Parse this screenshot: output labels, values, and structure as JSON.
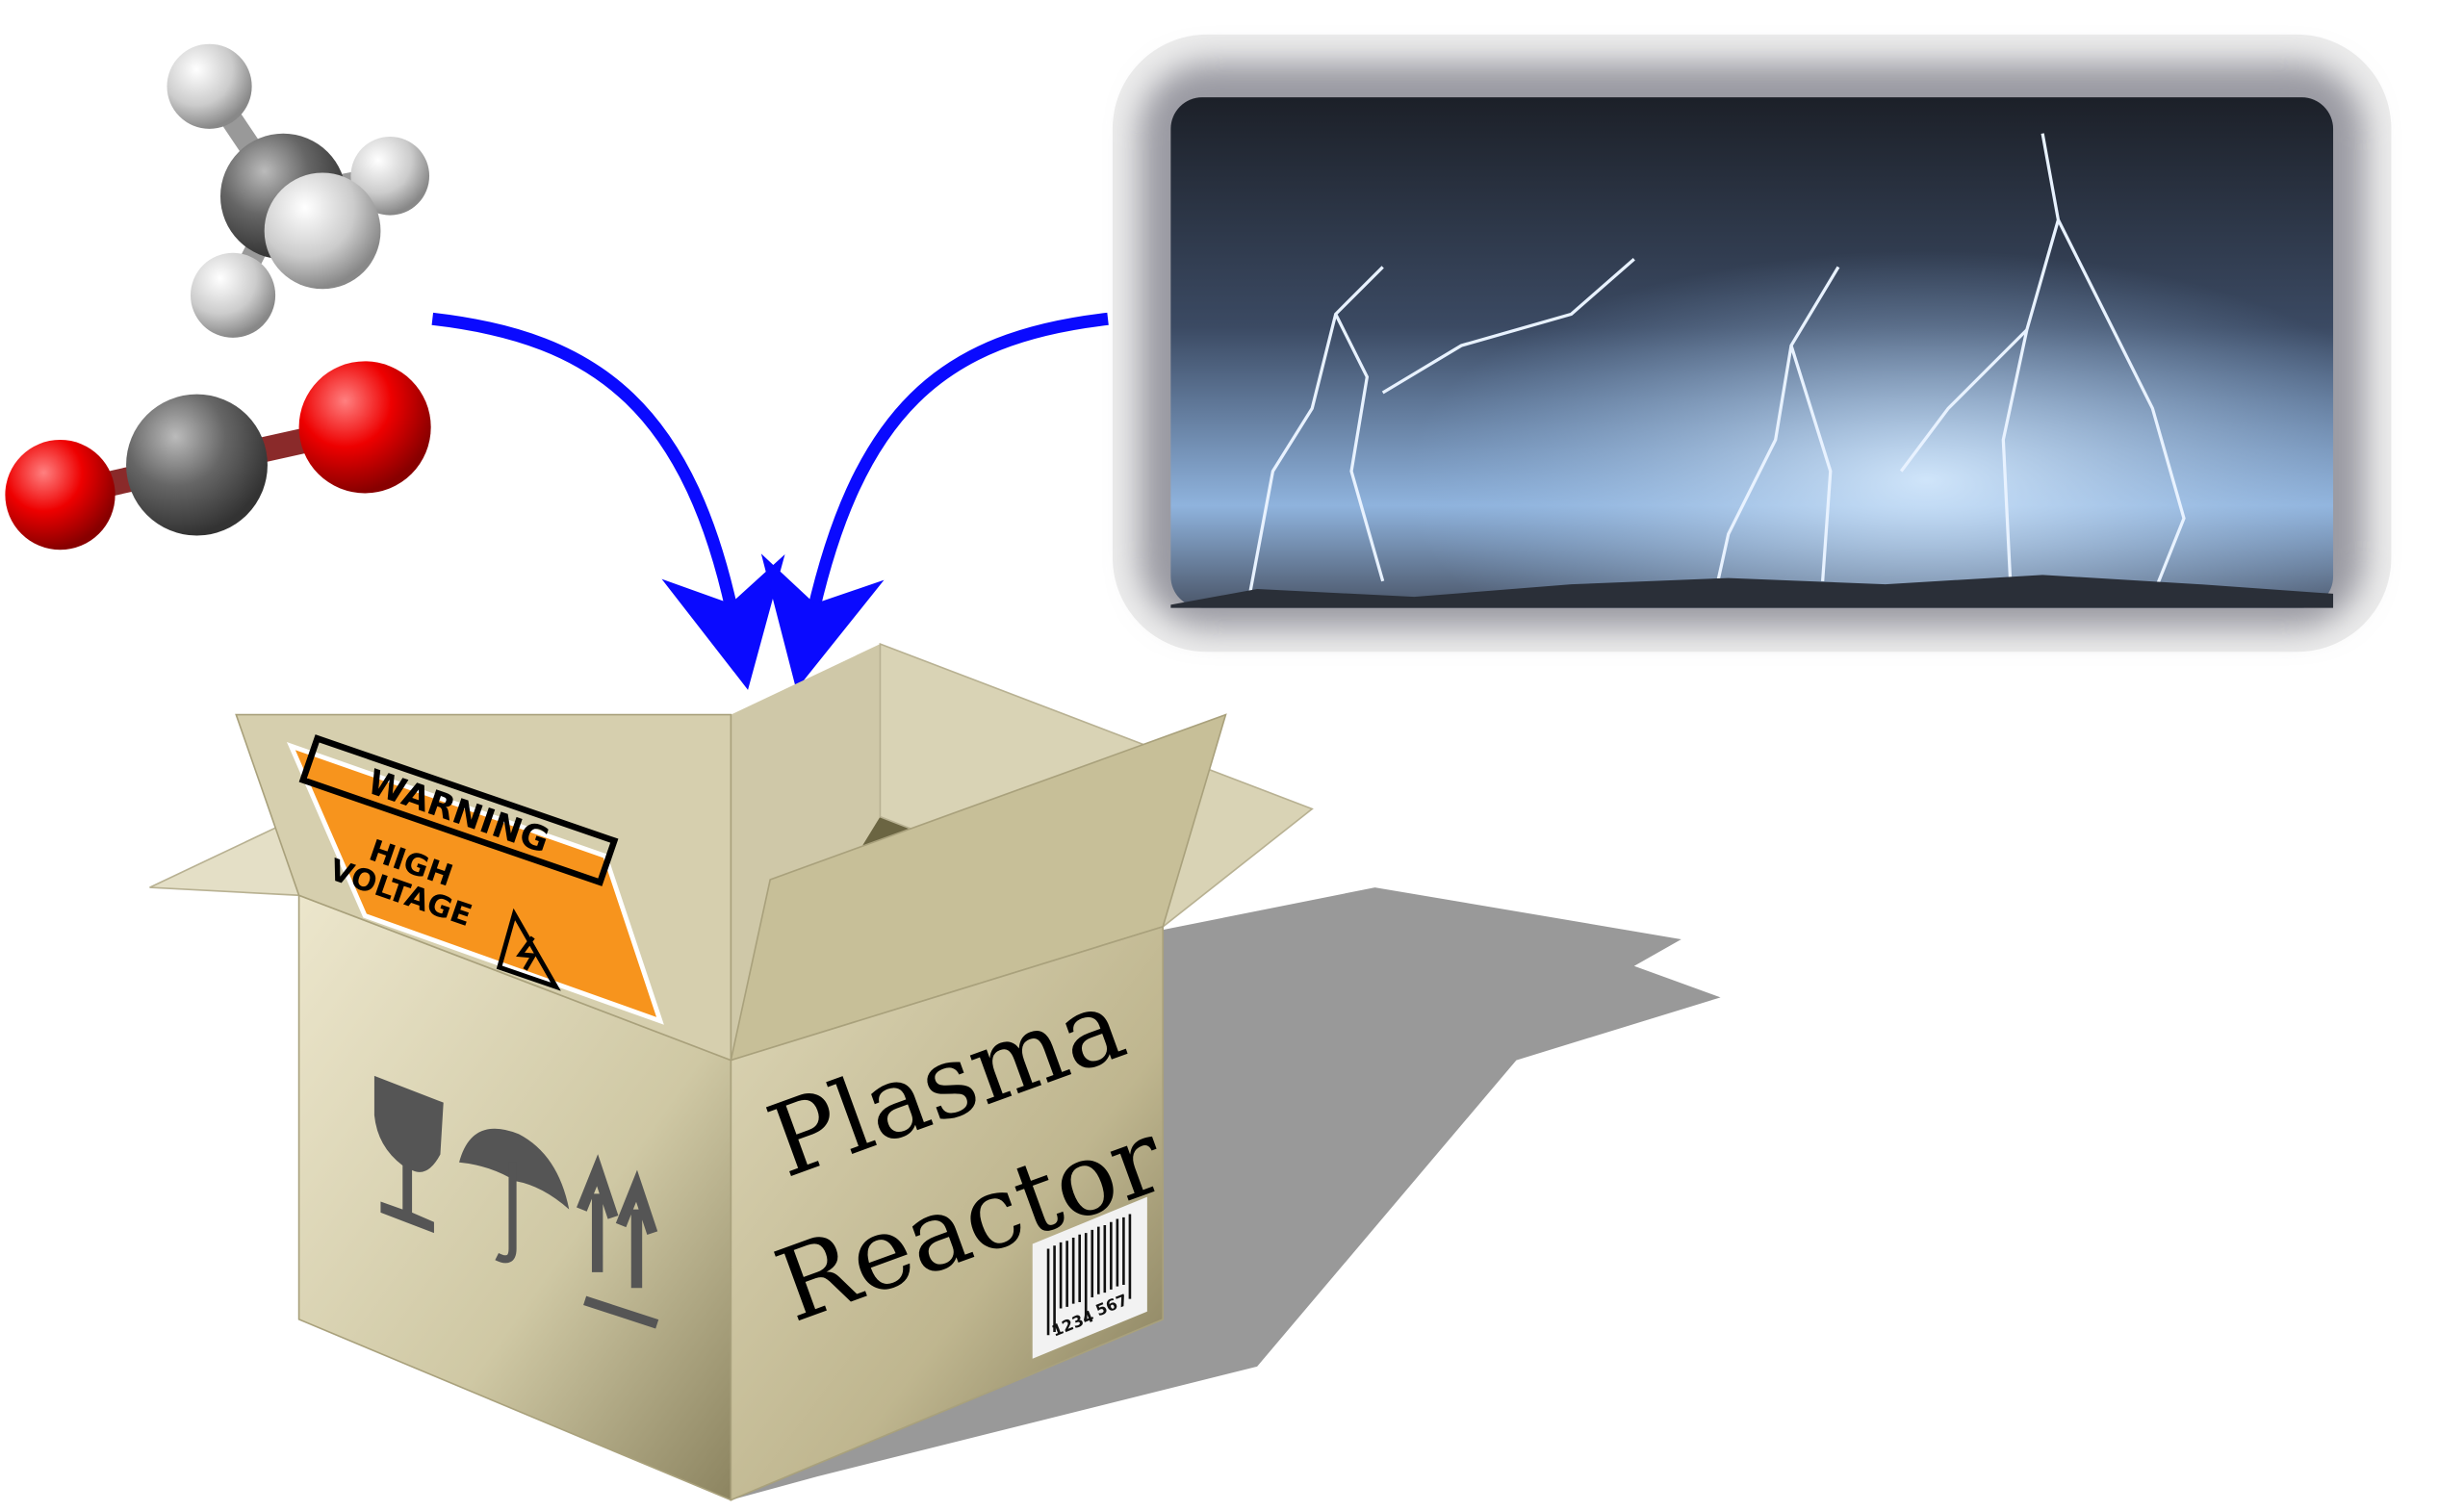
{
  "box": {
    "label_line1": "Plasma",
    "label_line2": "Reactor",
    "warning_title": "WARNING",
    "warning_line1": "HIGH",
    "warning_line2": "VOLTAGE",
    "barcode_left": "1234",
    "barcode_right": "567"
  },
  "colors": {
    "arrow": "#0a0aff",
    "oxygen": "#d40000",
    "carbon": "#555555",
    "hydrogen": "#d0d0d0",
    "warning": "#f7941d",
    "box": "#d8d3b4"
  },
  "icons": [
    "methane-molecule",
    "co2-molecule",
    "lightning-storm",
    "fragile-glass-icon",
    "umbrella-icon",
    "this-way-up-icon",
    "high-voltage-icon"
  ]
}
